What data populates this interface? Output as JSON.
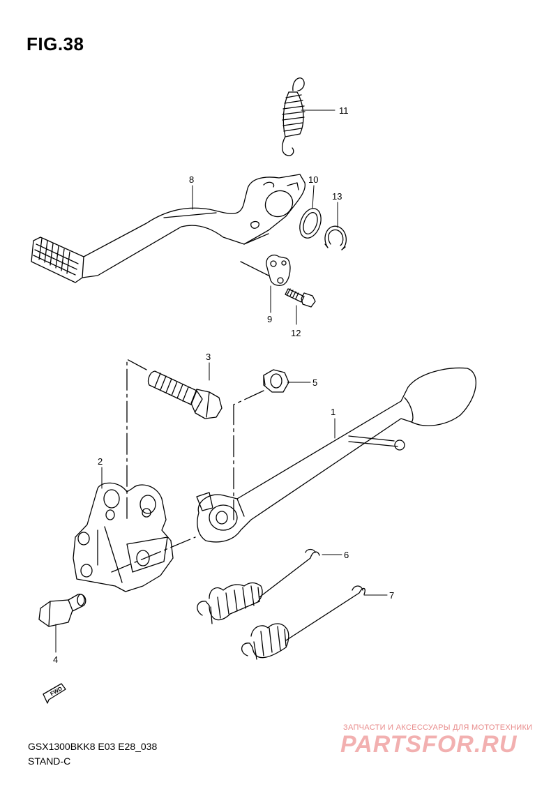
{
  "figure": {
    "title": "FIG.38",
    "model_code": "GSX1300BKK8 E03 E28_038",
    "section_name": "STAND-C"
  },
  "callouts": [
    "1",
    "2",
    "3",
    "4",
    "5",
    "6",
    "7",
    "8",
    "9",
    "10",
    "11",
    "12",
    "13"
  ],
  "fwd_label": "FWD",
  "watermark": {
    "tagline": "ЗАПЧАСТИ И АКСЕССУАРЫ ДЛЯ МОТОТЕХНИКИ",
    "brand": "PARTSFOR.RU"
  }
}
